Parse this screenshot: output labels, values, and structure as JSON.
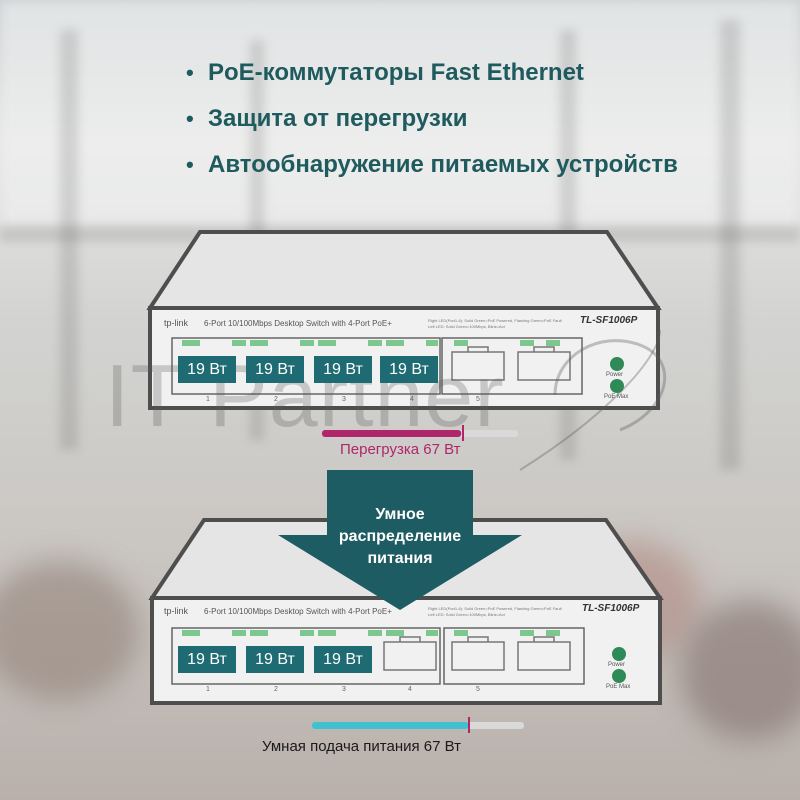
{
  "bullets": [
    "PoE-коммутаторы Fast Ethernet",
    "Защита от перегрузки",
    "Автообнаружение питаемых устройств"
  ],
  "bullet_marker": "•",
  "watermark": "IT Partner",
  "switch_top": {
    "brand": "tp-link",
    "description": "6-Port 10/100Mbps Desktop Switch with 4-Port PoE+",
    "model": "TL-SF1006P",
    "legend_line1": "Right LED(Port1-6): Solid Green=PoE Powered, Flashing Green=PoE Fault",
    "legend_line2": "Left LED: Solid Green=100Mbps, Blink=Act",
    "led_power": "Power",
    "led_poe_max": "PoE Max",
    "port_numbers": [
      "1",
      "2",
      "3",
      "4",
      "5"
    ],
    "watts": [
      "19 Вт",
      "19 Вт",
      "19 Вт",
      "19 Вт"
    ]
  },
  "overload_label": "Перегрузка 67 Вт",
  "arrow_text": [
    "Умное",
    "распределение",
    "питания"
  ],
  "switch_bottom": {
    "brand": "tp-link",
    "description": "6-Port 10/100Mbps Desktop Switch with 4-Port PoE+",
    "model": "TL-SF1006P",
    "legend_line1": "Right LED(Port1-6): Solid Green=PoE Powered, Flashing Green=PoE Fault",
    "legend_line2": "Left LED: Solid Green=100Mbps, Blink=Act",
    "led_power": "Power",
    "led_poe_max": "PoE Max",
    "port_numbers": [
      "1",
      "2",
      "3",
      "4",
      "5"
    ],
    "watts": [
      "19 Вт",
      "19 Вт",
      "19 Вт"
    ]
  },
  "smart_label": "Умная подача питания 67 Вт",
  "colors": {
    "bullet_text": "#1f5b5e",
    "arrow": "#1e5c63",
    "port_teal": "#1e6b73",
    "led_green": "#2e8b57",
    "overload_magenta": "#b0266b",
    "smart_cyan": "#3fc1cf"
  },
  "bars": {
    "overload_fill_fraction": 0.71,
    "smart_fill_fraction": 0.74
  }
}
